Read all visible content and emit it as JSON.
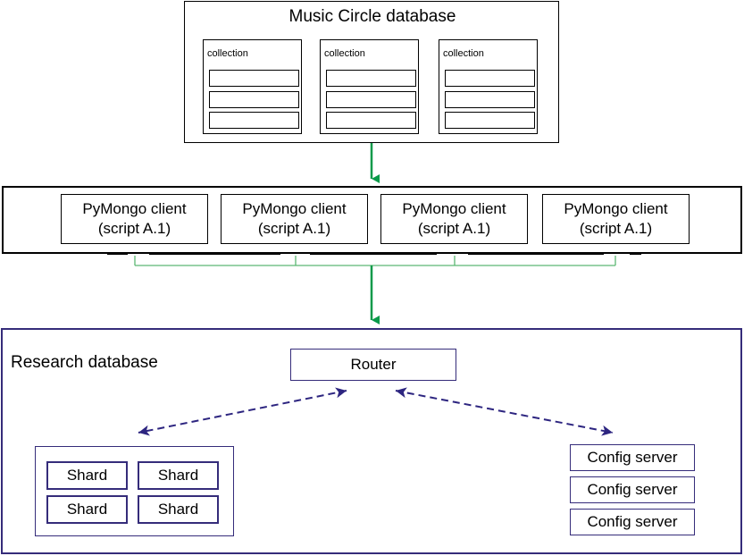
{
  "music_circle": {
    "title": "Music Circle database",
    "collections": [
      {
        "label": "collection"
      },
      {
        "label": "collection"
      },
      {
        "label": "collection"
      }
    ]
  },
  "clients": [
    {
      "line1": "PyMongo client",
      "line2": "(script A.1)"
    },
    {
      "line1": "PyMongo client",
      "line2": "(script A.1)"
    },
    {
      "line1": "PyMongo client",
      "line2": "(script A.1)"
    },
    {
      "line1": "PyMongo client",
      "line2": "(script A.1)"
    }
  ],
  "research": {
    "title": "Research database",
    "router": "Router",
    "shards": [
      "Shard",
      "Shard",
      "Shard",
      "Shard"
    ],
    "config_servers": [
      "Config server",
      "Config server",
      "Config server"
    ]
  },
  "colors": {
    "arrow_green": "#0a9a4a",
    "bus_green": "#5cb873",
    "research_border": "#352c7a"
  }
}
